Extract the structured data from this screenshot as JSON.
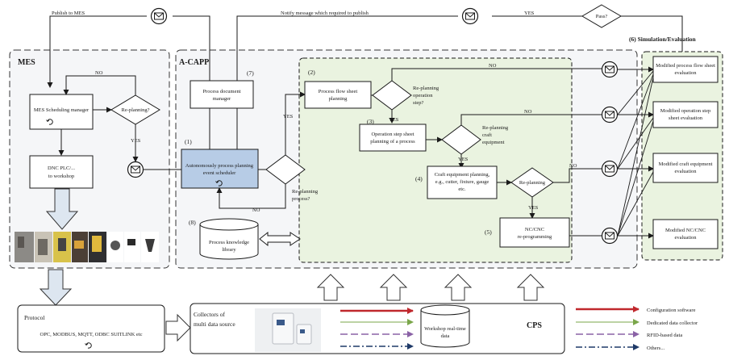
{
  "sections": {
    "mes": "MES",
    "acapp": "A-CAPP",
    "simulation": "(6)  Simulation/Evaluation",
    "cps": "CPS"
  },
  "numbers": {
    "n1": "(1)",
    "n2": "(2)",
    "n3": "(3)",
    "n4": "(4)",
    "n5": "(5)",
    "n7": "(7)",
    "n8": "(8)"
  },
  "flow_labels": {
    "publish_to_mes": "Publish to MES",
    "notify_message": "Notify message which required to publish",
    "yes": "YES",
    "no": "NO",
    "pass": "Pass?"
  },
  "mes": {
    "scheduling_manager": "MES Scheduling manager",
    "replanning": "Re-planning?",
    "dnc_line1": "DNC PLC/...",
    "dnc_line2": "to workshop"
  },
  "acapp": {
    "doc_manager_line1": "Process document",
    "doc_manager_line2": "manager",
    "scheduler_line1": "Autonomously process planning",
    "scheduler_line2": "event scheduler",
    "replanning_process_line1": "Re-planning",
    "replanning_process_line2": "process?",
    "knowledge_line1": "Process knowledge",
    "knowledge_line2": "library",
    "flow_sheet_line1": "Process flow sheet",
    "flow_sheet_line2": "planning",
    "rp_op_line1": "Re-planning",
    "rp_op_line2": "operation",
    "rp_op_line3": "step?",
    "op_step_line1": "Operation step sheet",
    "op_step_line2": "planning of a process",
    "rp_craft_line1": "Re-planning",
    "rp_craft_line2": "craft",
    "rp_craft_line3": "equipment",
    "craft_line1": "Craft equipment planning,",
    "craft_line2": "e.g., cutter, fixture, gauge",
    "craft_line3": "etc.",
    "replanning": "Re-planning",
    "nc_line1": "NC/CNC",
    "nc_line2": "re-programming"
  },
  "simulation": {
    "flow_line1": "Modified process flow sheet",
    "flow_line2": "evaluation",
    "op_line1": "Modified operation step",
    "op_line2": "sheet evaluation",
    "craft_line1": "Modified craft equipment",
    "craft_line2": "evaluation",
    "nc_line1": "Modified  NC/CNC",
    "nc_line2": "evaluation"
  },
  "protocol": {
    "title": "Protocol",
    "text": "OPC, MODBUS, MQTT, ODBC SUITLINK etc"
  },
  "collectors": {
    "line1": "Collectors of",
    "line2": "multi data source"
  },
  "workshop": {
    "line1": "Workshop real-time",
    "line2": "data"
  },
  "legend": [
    {
      "label": "Configuration software",
      "color": "#c0282d",
      "style": "solid"
    },
    {
      "label": "Dedicated data collector",
      "color": "#7aa64a",
      "style": "solid"
    },
    {
      "label": "RFID-based data",
      "color": "#8a62a6",
      "style": "dashed"
    },
    {
      "label": "Others...",
      "color": "#1f3a68",
      "style": "dashdot"
    }
  ],
  "colors": {
    "green_fill": "#eaf3e0",
    "green_border": "#1a1a1a",
    "blue_box": "#b7cce6",
    "panel_fill": "#f5f6f8"
  }
}
